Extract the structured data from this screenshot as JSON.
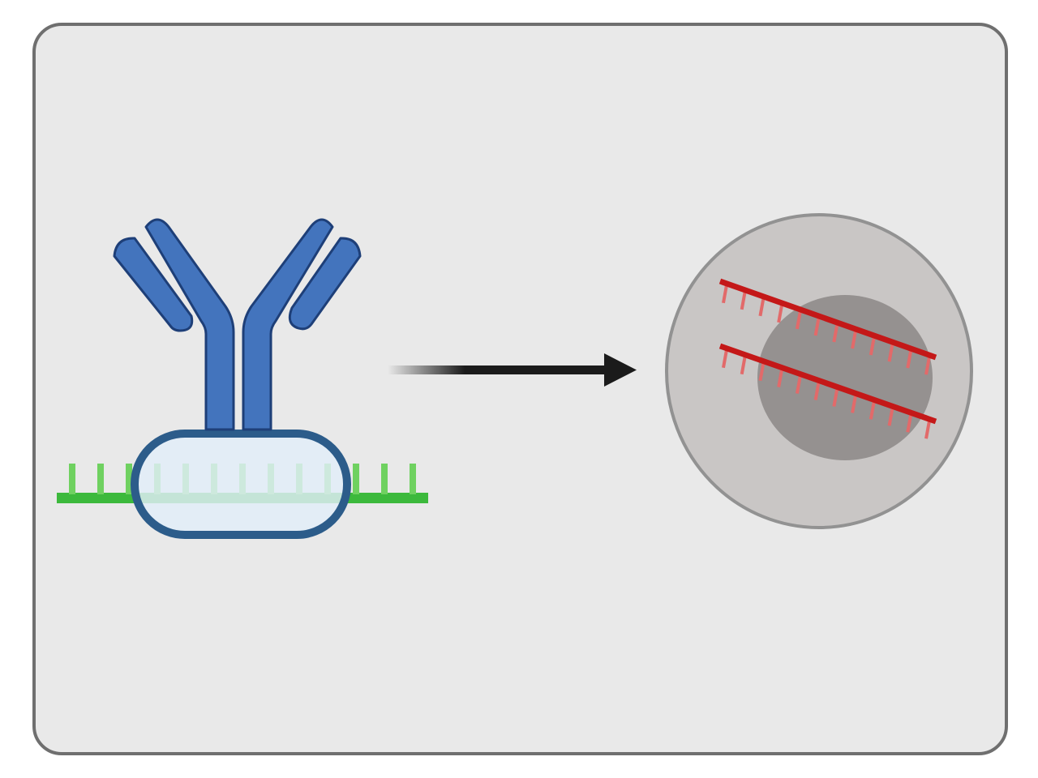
{
  "colors": {
    "page_background": "#ffffff",
    "panel_fill": "#e9e9e9",
    "panel_border": "#6f6f6f",
    "antibody_fill": "#4374bd",
    "antibody_outline": "#1e3f78",
    "oligo_green": "#3cb93c",
    "oligo_green_tick": "#6fd160",
    "capsule_fill": "#e2eef9",
    "capsule_outline": "#2c5c8a",
    "arrow_color": "#1b1b1b",
    "cell_fill": "#c9c6c5",
    "cell_border": "#929292",
    "nucleus_fill": "#959190",
    "probe_red": "#c41818",
    "probe_red_tick": "#e26a6a"
  },
  "diagram": {
    "elements": [
      {
        "name": "antibody",
        "icon": "antibody-icon"
      },
      {
        "name": "oligo-conjugate",
        "icon": "dna-strand-icon"
      },
      {
        "name": "binding-capsule",
        "icon": "capsule-icon"
      },
      {
        "name": "process-arrow",
        "icon": "arrow-right-icon"
      },
      {
        "name": "cell",
        "icon": "cell-icon"
      },
      {
        "name": "hybridized-probes",
        "icon": "rna-probe-icon",
        "count": 2
      }
    ]
  }
}
